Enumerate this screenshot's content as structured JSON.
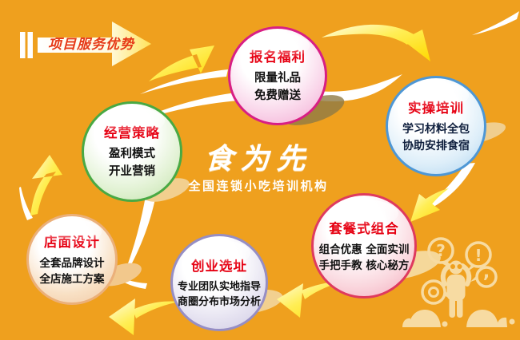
{
  "banner": {
    "label": "项目服务优势"
  },
  "brand": {
    "title": "食为先",
    "subtitle": "全国连锁小吃培训机构"
  },
  "bubbles": [
    {
      "id": "signup-benefits",
      "title": "报名福利",
      "lines": [
        "限量礼品",
        "免费赠送"
      ],
      "border_color": "#D81F84"
    },
    {
      "id": "practical-training",
      "title": "实操培训",
      "lines": [
        "学习材料全包",
        "协助安排食宿"
      ],
      "border_color": "#4E97D5"
    },
    {
      "id": "business-strategy",
      "title": "经营策略",
      "lines": [
        "盈利模式",
        "开业营销"
      ],
      "border_color": "#49A943"
    },
    {
      "id": "package-combo",
      "title": "套餐式组合",
      "lines": [
        "组合优惠 全面实训",
        "手把手教 核心秘方"
      ],
      "border_color": "#DF3A5E"
    },
    {
      "id": "startup-location",
      "title": "创业选址",
      "lines": [
        "专业团队实地指导",
        "商圈分布市场分析"
      ],
      "border_color": "#968EC4"
    },
    {
      "id": "store-design",
      "title": "店面设计",
      "lines": [
        "全套品牌设计",
        "全店施工方案"
      ],
      "border_color": "#EBB07A"
    }
  ],
  "observer": {
    "bubbles": [
      {
        "icon": "question-mark-icon",
        "glyph": "?"
      },
      {
        "icon": "exclamation-mark-icon",
        "glyph": "!"
      },
      {
        "icon": "comma-icon",
        "glyph": ","
      },
      {
        "icon": "circle-icon",
        "glyph": ""
      }
    ]
  },
  "colors": {
    "background": "#EFA01E",
    "banner_text": "#E63917",
    "bubble_title": "#E60012",
    "body_text": "#111111",
    "arrow_yellow_light": "#FFFDE8",
    "arrow_yellow_deep": "#FFD900",
    "swoosh_white": "#FFFFFF",
    "figure_cream": "#F7DBA2",
    "shadow_dark": "#8E7A45",
    "shadow_pale": "#F2CF8E"
  }
}
